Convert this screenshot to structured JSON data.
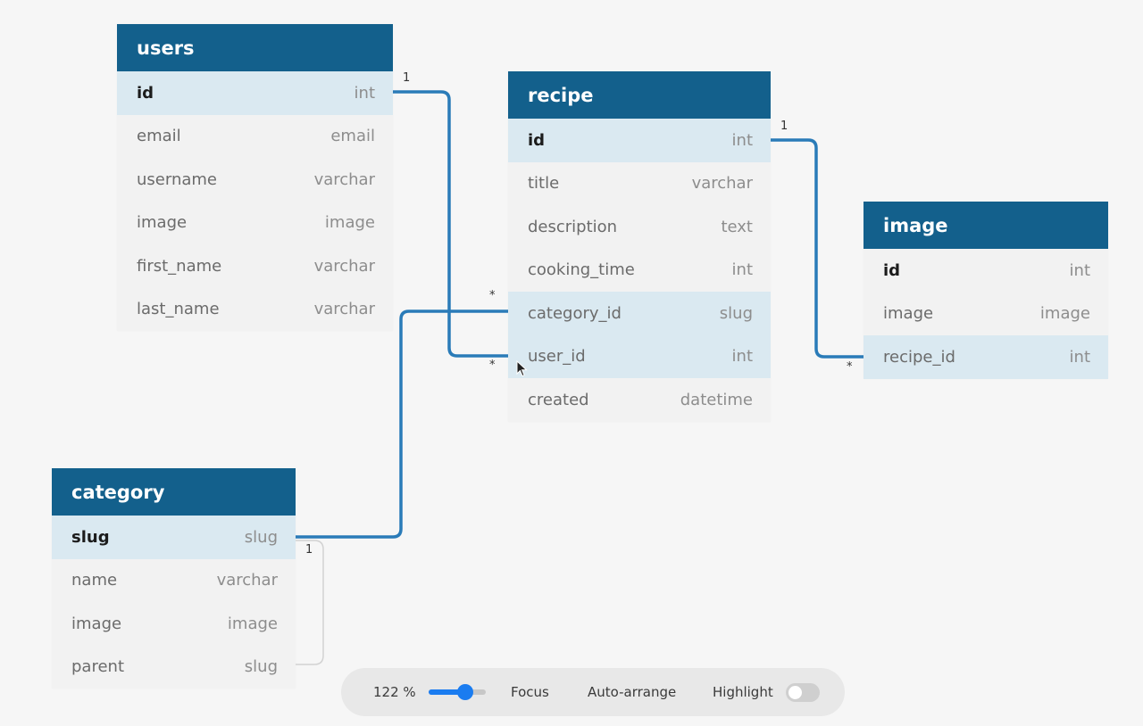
{
  "colors": {
    "header_bg": "#13608c",
    "highlight_row": "#dae9f1",
    "link": "#2a7bb8",
    "toggle_accent": "#1a7cf0"
  },
  "tables": {
    "users": {
      "name": "users",
      "fields": [
        {
          "name": "id",
          "type": "int"
        },
        {
          "name": "email",
          "type": "email"
        },
        {
          "name": "username",
          "type": "varchar"
        },
        {
          "name": "image",
          "type": "image"
        },
        {
          "name": "first_name",
          "type": "varchar"
        },
        {
          "name": "last_name",
          "type": "varchar"
        }
      ]
    },
    "recipe": {
      "name": "recipe",
      "fields": [
        {
          "name": "id",
          "type": "int"
        },
        {
          "name": "title",
          "type": "varchar"
        },
        {
          "name": "description",
          "type": "text"
        },
        {
          "name": "cooking_time",
          "type": "int"
        },
        {
          "name": "category_id",
          "type": "slug"
        },
        {
          "name": "user_id",
          "type": "int"
        },
        {
          "name": "created",
          "type": "datetime"
        }
      ]
    },
    "image": {
      "name": "image",
      "fields": [
        {
          "name": "id",
          "type": "int"
        },
        {
          "name": "image",
          "type": "image"
        },
        {
          "name": "recipe_id",
          "type": "int"
        }
      ]
    },
    "category": {
      "name": "category",
      "fields": [
        {
          "name": "slug",
          "type": "slug"
        },
        {
          "name": "name",
          "type": "varchar"
        },
        {
          "name": "image",
          "type": "image"
        },
        {
          "name": "parent",
          "type": "slug"
        }
      ]
    }
  },
  "relations": [
    {
      "from": "users.id",
      "to": "recipe.user_id",
      "from_card": "1",
      "to_card": "*"
    },
    {
      "from": "recipe.id",
      "to": "image.recipe_id",
      "from_card": "1",
      "to_card": "*"
    },
    {
      "from": "category.slug",
      "to": "recipe.category_id",
      "from_card": "1",
      "to_card": "*"
    },
    {
      "from": "category.slug",
      "to": "category.parent",
      "from_card": "1",
      "to_card": ""
    }
  ],
  "toolbar": {
    "zoom": "122 %",
    "zoom_level": 0.7,
    "focus": "Focus",
    "auto_arrange": "Auto-arrange",
    "highlight": "Highlight",
    "highlight_on": false
  }
}
